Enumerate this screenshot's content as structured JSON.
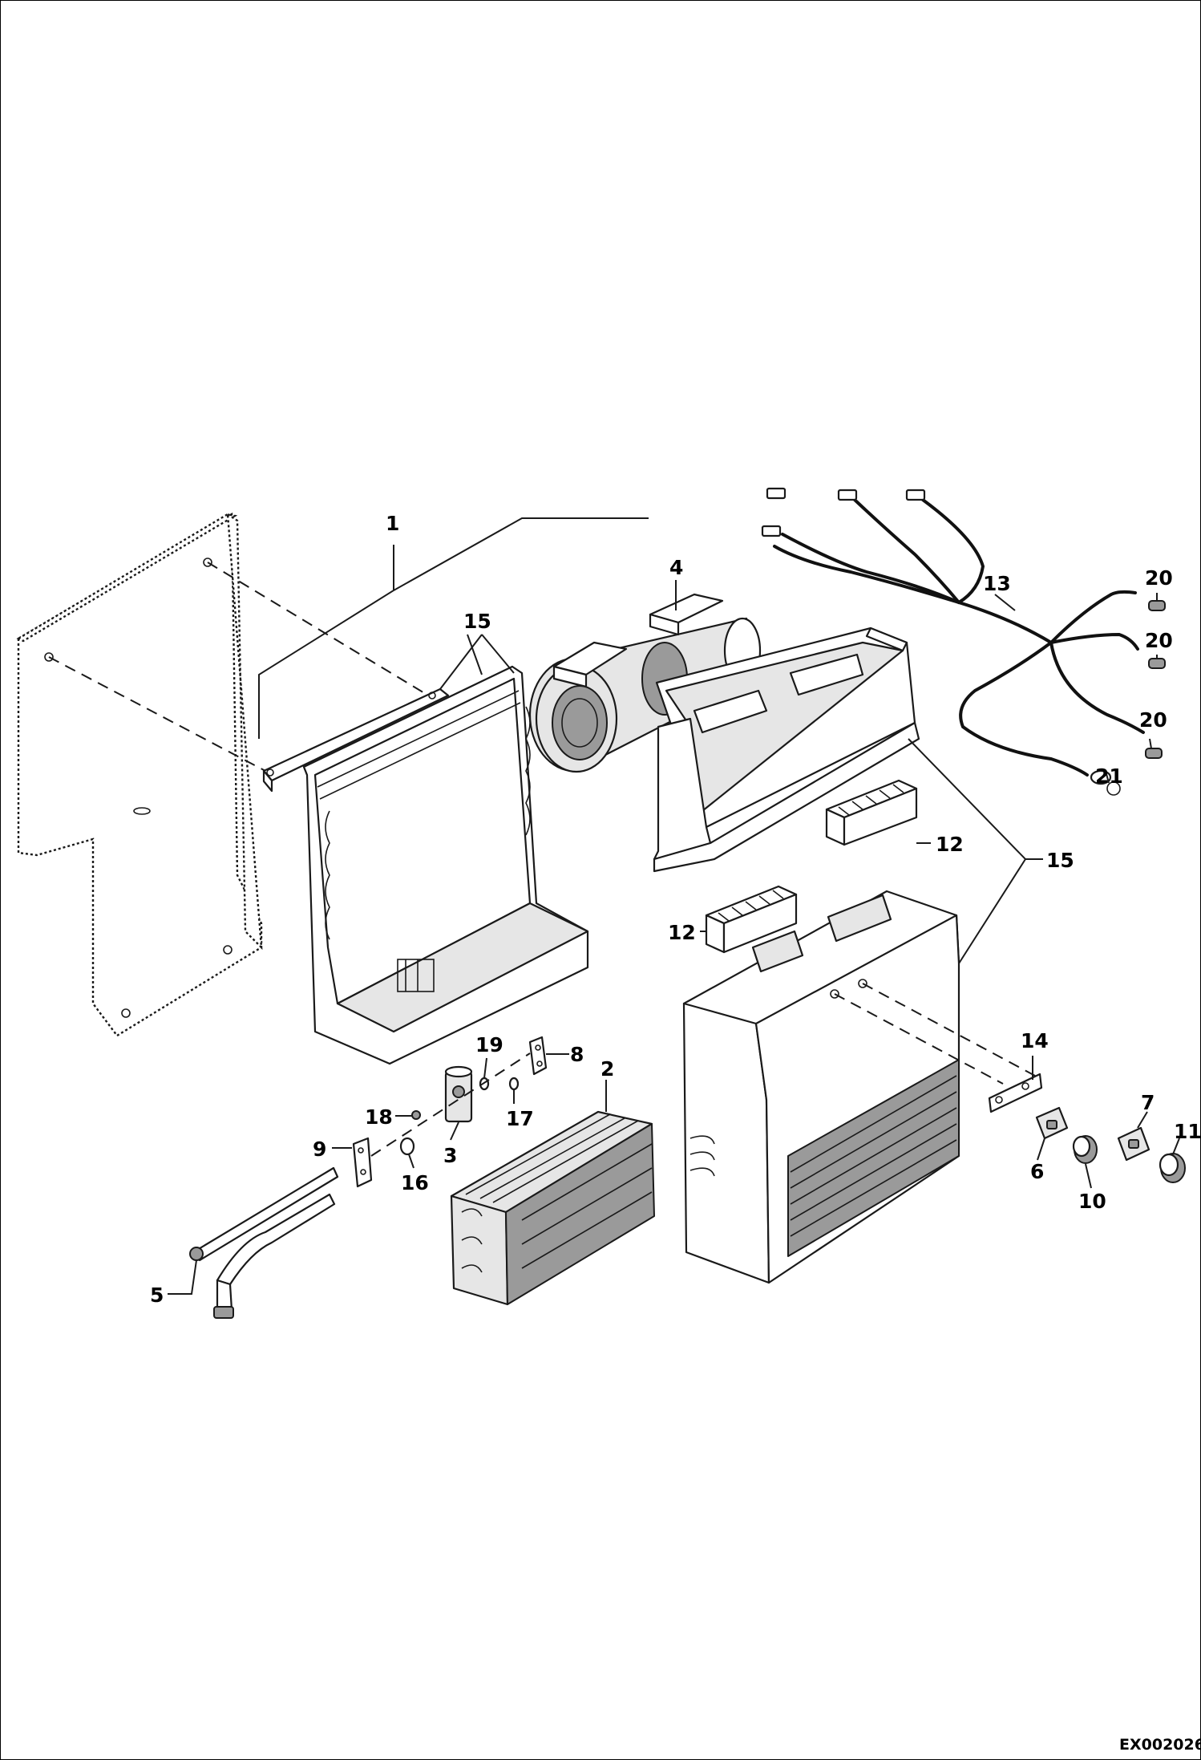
{
  "diagram": {
    "code": "EX002026",
    "callouts": [
      {
        "id": "c1",
        "text": "1"
      },
      {
        "id": "c2",
        "text": "2"
      },
      {
        "id": "c3",
        "text": "3"
      },
      {
        "id": "c4",
        "text": "4"
      },
      {
        "id": "c5",
        "text": "5"
      },
      {
        "id": "c6",
        "text": "6"
      },
      {
        "id": "c7",
        "text": "7"
      },
      {
        "id": "c8",
        "text": "8"
      },
      {
        "id": "c9",
        "text": "9"
      },
      {
        "id": "c10",
        "text": "10"
      },
      {
        "id": "c11",
        "text": "11"
      },
      {
        "id": "c12a",
        "text": "12"
      },
      {
        "id": "c12b",
        "text": "12"
      },
      {
        "id": "c13",
        "text": "13"
      },
      {
        "id": "c14",
        "text": "14"
      },
      {
        "id": "c15a",
        "text": "15"
      },
      {
        "id": "c15b",
        "text": "15"
      },
      {
        "id": "c16",
        "text": "16"
      },
      {
        "id": "c17",
        "text": "17"
      },
      {
        "id": "c18",
        "text": "18"
      },
      {
        "id": "c19",
        "text": "19"
      },
      {
        "id": "c20a",
        "text": "20"
      },
      {
        "id": "c20b",
        "text": "20"
      },
      {
        "id": "c20c",
        "text": "20"
      },
      {
        "id": "c21",
        "text": "21"
      }
    ]
  }
}
